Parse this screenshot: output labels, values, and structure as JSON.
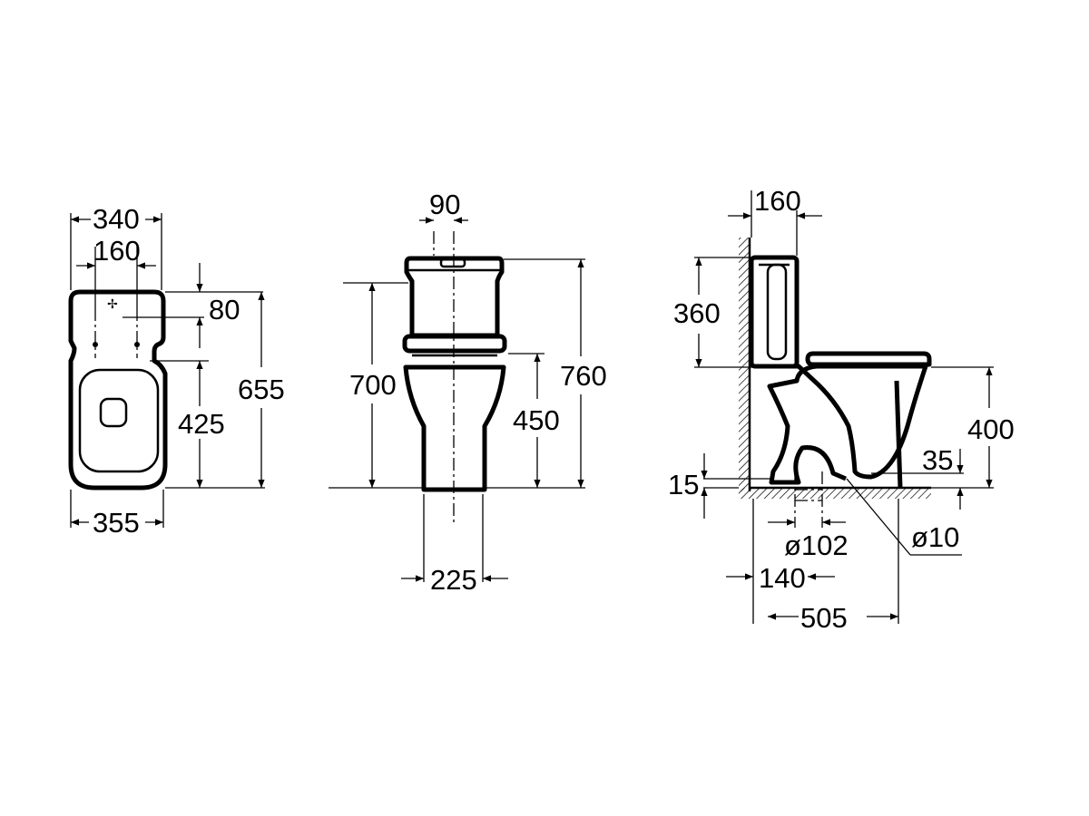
{
  "top_view": {
    "width_overall": "340",
    "fixing_centres": "160",
    "fixing_offset": "80",
    "fixing_to_front": "425",
    "depth_overall": "655",
    "base_width": "355"
  },
  "front_view": {
    "tank_button_offset": "90",
    "height_to_cistern_top": "700",
    "height_overall": "760",
    "seat_height": "450",
    "base_width": "225"
  },
  "side_view": {
    "cistern_depth": "160",
    "cistern_height": "360",
    "bowl_height": "400",
    "floor_offset": "15",
    "outlet_height": "35",
    "outlet_diameter": "ø102",
    "fixing_hole": "ø10",
    "outlet_from_wall": "140",
    "depth_overall": "505"
  },
  "colors": {
    "line": "#000000",
    "background": "#ffffff"
  }
}
